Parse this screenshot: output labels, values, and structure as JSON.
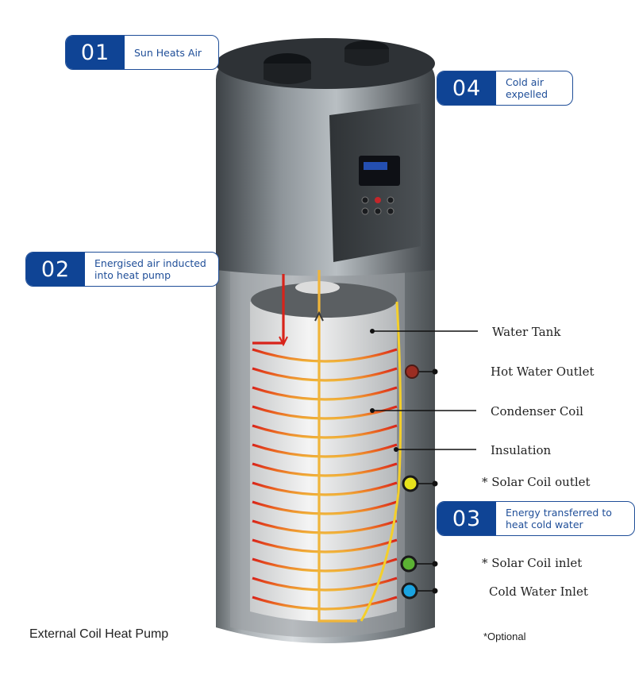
{
  "steps": [
    {
      "number": "01",
      "text": "Sun Heats Air"
    },
    {
      "number": "02",
      "text": "Energised air inducted into heat pump"
    },
    {
      "number": "03",
      "text": "Energy transferred to heat cold water"
    },
    {
      "number": "04",
      "text": "Cold air expelled"
    }
  ],
  "callouts": {
    "water_tank": "Water Tank",
    "hot_water_outlet": "Hot Water Outlet",
    "condenser_coil": "Condenser Coil",
    "insulation": "Insulation",
    "solar_coil_outlet": "* Solar Coil outlet",
    "solar_coil_inlet": "* Solar Coil inlet",
    "cold_water_inlet": "Cold Water Inlet"
  },
  "caption": "External Coil Heat Pump",
  "optional_note": "*Optional",
  "colors": {
    "brand_blue": "#0f4495",
    "hot_pipe": "#d8231a",
    "warm_pipe": "#f0b53a",
    "hot_outlet": "#9b2d22",
    "solar_outlet": "#e7e21c",
    "solar_inlet": "#5bb233",
    "cold_inlet": "#1aa3e0"
  }
}
